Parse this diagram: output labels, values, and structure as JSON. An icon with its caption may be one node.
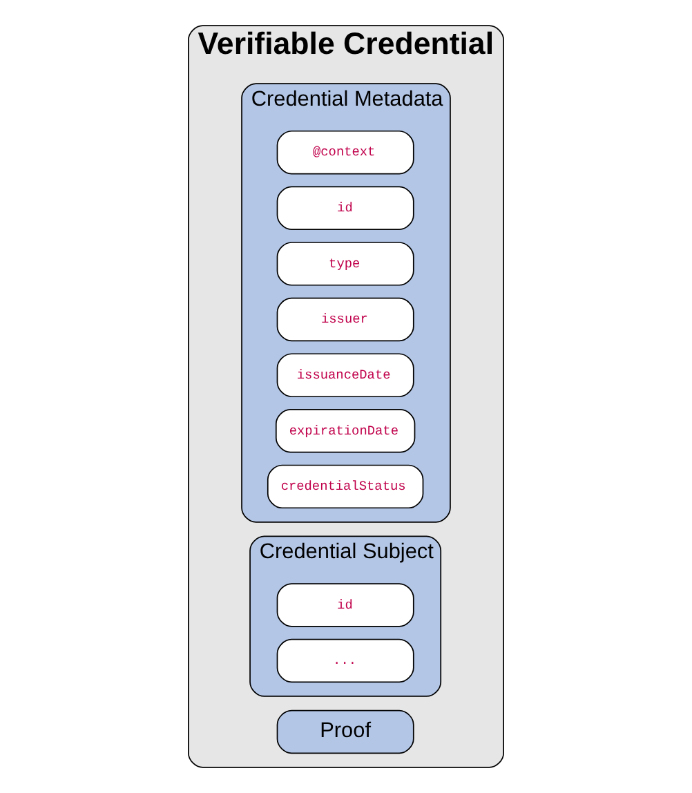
{
  "diagram": {
    "nodes": [
      {
        "text": [
          "Verifiable Credential"
        ]
      },
      {
        "text": [
          "Credential Metadata"
        ],
        "in": 0
      },
      {
        "text": [
          "@context"
        ],
        "in": 1
      },
      {
        "text": [
          "id"
        ],
        "in": 1
      },
      {
        "text": [
          "type"
        ],
        "in": 1
      },
      {
        "text": [
          "issuer"
        ],
        "in": 1
      },
      {
        "text": [
          "issuanceDate"
        ],
        "in": 1
      },
      {
        "text": [
          "expirationDate"
        ],
        "in": 1
      },
      {
        "text": [
          "credentialStatus"
        ],
        "in": 1
      },
      {
        "text": [
          "Credential Subject"
        ],
        "in": 0
      },
      {
        "text": [
          "id"
        ],
        "in": 9
      },
      {
        "text": [
          "..."
        ],
        "in": 9
      },
      {
        "text": [
          "Proof"
        ],
        "in": 0
      }
    ]
  }
}
